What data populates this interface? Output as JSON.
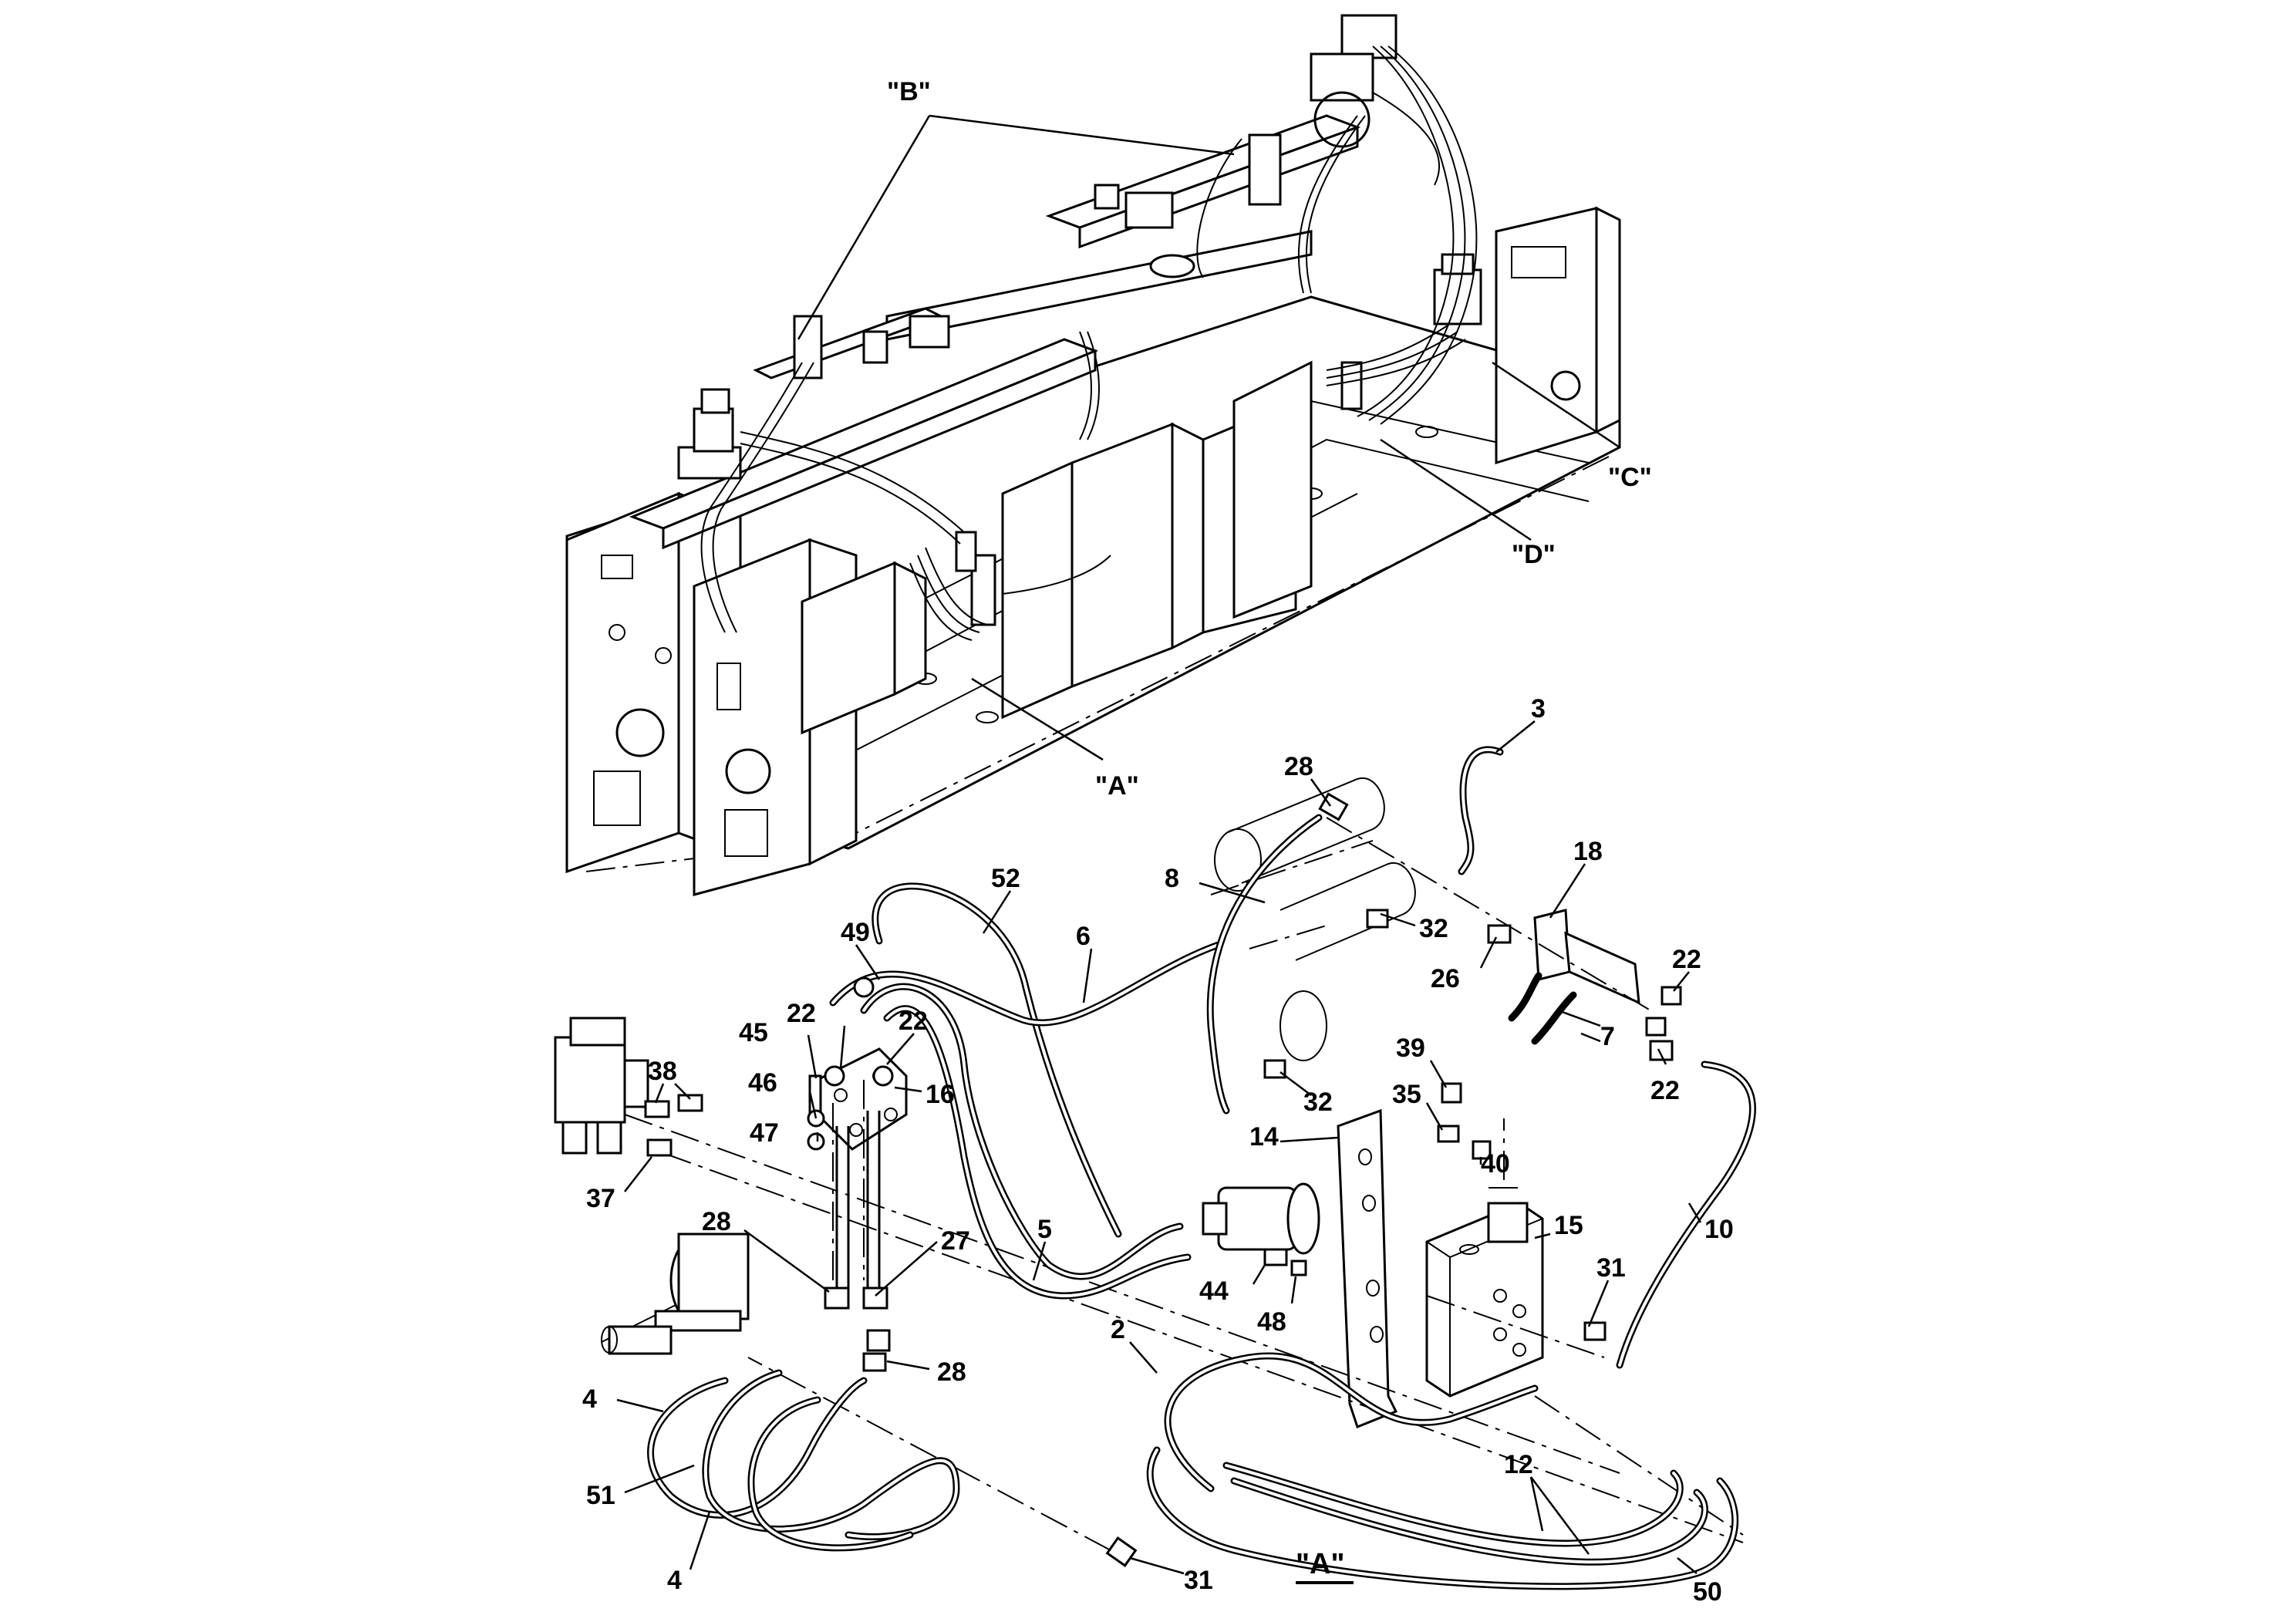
{
  "views": {
    "B": "\"B\"",
    "C": "\"C\"",
    "D": "\"D\"",
    "A": "\"A\"",
    "A_title": "\"A\""
  },
  "callouts": {
    "n3": "3",
    "n28a": "28",
    "n18": "18",
    "n8": "8",
    "n52": "52",
    "n6": "6",
    "n32a": "32",
    "n22a": "22",
    "n49": "49",
    "n26": "26",
    "n45": "45",
    "n22b": "22",
    "n22c": "22",
    "n7": "7",
    "n38": "38",
    "n46": "46",
    "n16": "16",
    "n39": "39",
    "n22d": "22",
    "n32b": "32",
    "n35": "35",
    "n47": "47",
    "n14": "14",
    "n40": "40",
    "n37": "37",
    "n15": "15",
    "n10": "10",
    "n28b": "28",
    "n5": "5",
    "n27": "27",
    "n31a": "31",
    "n44": "44",
    "n48": "48",
    "n2": "2",
    "n28c": "28",
    "n4a": "4",
    "n12": "12",
    "n51": "51",
    "n4b": "4",
    "n31b": "31",
    "n50": "50"
  }
}
